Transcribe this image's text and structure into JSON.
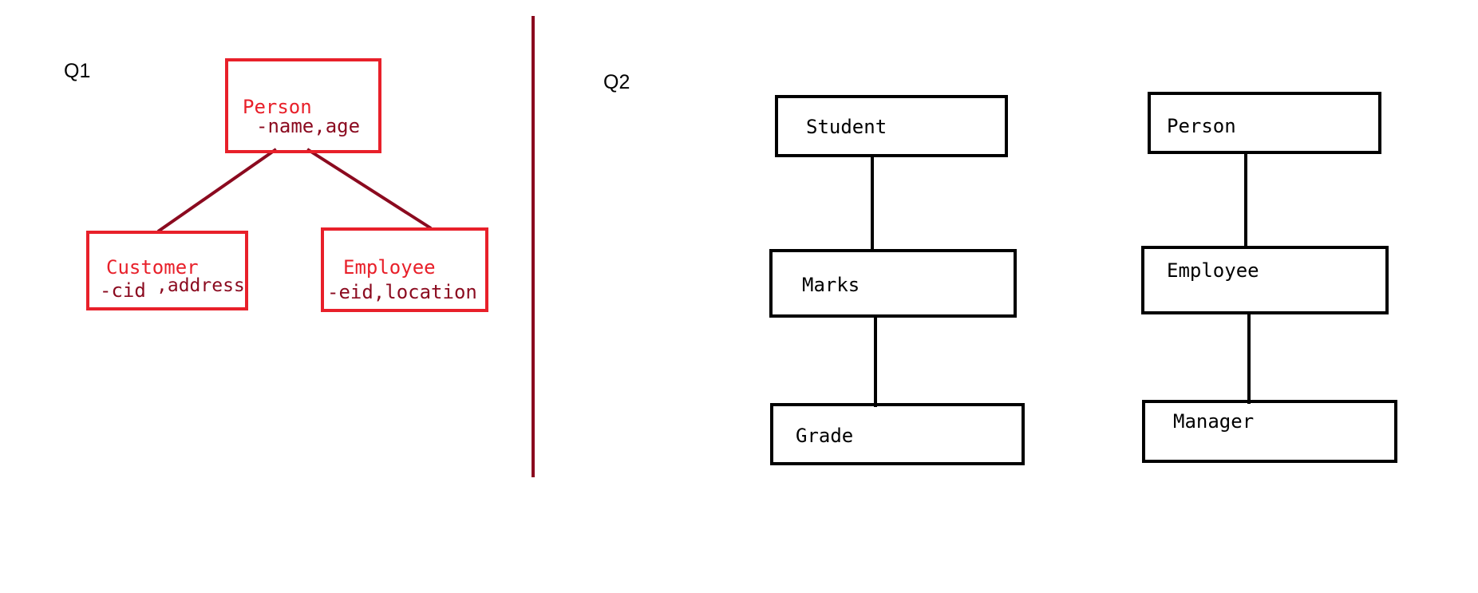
{
  "q1": {
    "label": "Q1",
    "person": {
      "title": "Person",
      "attrs": "-name,age"
    },
    "customer": {
      "title": "Customer",
      "attrs_a": "-cid",
      "attrs_b": ",address"
    },
    "employee": {
      "title": "Employee",
      "attrs": "-eid,location"
    }
  },
  "q2": {
    "label": "Q2",
    "chain1": [
      "Student",
      "Marks",
      "Grade"
    ],
    "chain2": [
      "Person",
      "Employee",
      "Manager"
    ]
  },
  "colors": {
    "box_red": "#e8202a",
    "line_dark_red": "#8b0a1f",
    "black": "#000000"
  }
}
